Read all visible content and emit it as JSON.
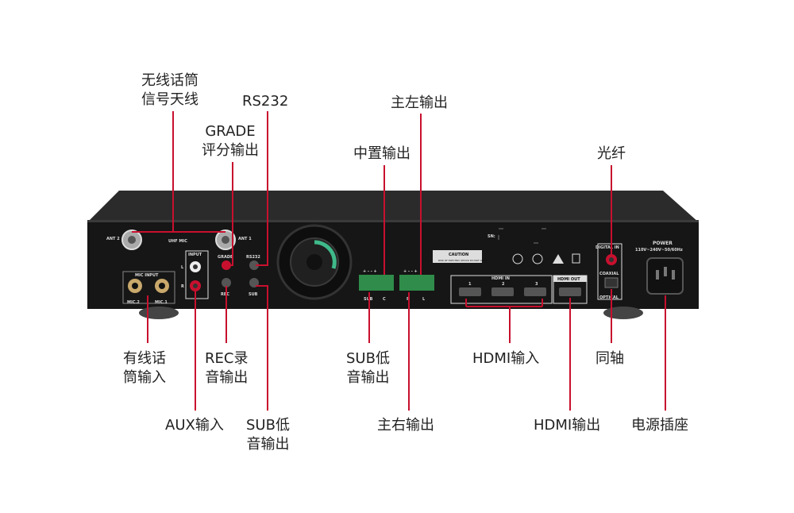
{
  "labels": {
    "wireless_antenna": [
      "无线话筒",
      "信号天线"
    ],
    "rs232": "RS232",
    "grade": [
      "GRADE",
      "评分输出"
    ],
    "main_left": "主左输出",
    "center": "中置输出",
    "optical": "光纤",
    "wired_mic": [
      "有线话",
      "筒输入"
    ],
    "rec": [
      "REC录",
      "音输出"
    ],
    "aux": "AUX输入",
    "sub_left": [
      "SUB低",
      "音输出"
    ],
    "sub_mid": [
      "SUB低",
      "音输出"
    ],
    "main_right": "主右输出",
    "hdmi_in": "HDMI输入",
    "coax": "同轴",
    "hdmi_out": "HDMI输出",
    "power_socket": "电源插座"
  },
  "panel": {
    "ant2": "ANT 2",
    "uhf_mic": "UHF MIC",
    "ant1": "ANT 1",
    "mic_input": "MIC INPUT",
    "mic2": "MIC.2",
    "mic1": "MIC.1",
    "input": "INPUT",
    "l": "L",
    "r": "R",
    "grade": "GRADE",
    "rec": "REC",
    "rs232": "RS232",
    "sub": "SUB",
    "term_sub": "SUB",
    "term_c": "C",
    "term_r": "R",
    "term_l": "L",
    "pm": "+ -   - +",
    "caution": "CAUTION",
    "caution_sub": "RISK OF ELECTRIC SHOCK DO NOT OPEN",
    "sn": "SN:",
    "hdmi_in": "HDMI IN",
    "hdmi_1": "1",
    "hdmi_2": "2",
    "hdmi_3": "3",
    "hdmi_out": "HDMI OUT",
    "digital_in": "DIGITAL IN",
    "coaxial": "COAXIAL",
    "optical": "OPTICAL",
    "power": "POWER",
    "voltage": "110V~240V~50/60Hz"
  },
  "colors": {
    "leader": "#c8102e",
    "chassis": "#1b1b1b",
    "text": "#222222"
  }
}
